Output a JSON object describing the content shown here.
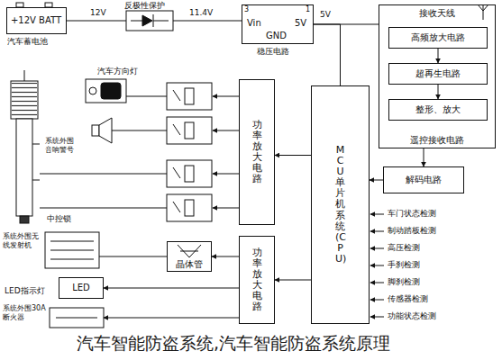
{
  "diagram": {
    "caption": "汽车智能防盗系统,汽车智能防盗系统原理",
    "nodes": [
      {
        "text": [
          "+12V BATT"
        ]
      },
      {
        "text": [
          "Vin",
          "GND",
          "5V"
        ]
      },
      {
        "text": [
          "接收天线",
          "遥控接收电路"
        ]
      },
      {
        "text": [
          "高频放大电路"
        ],
        "in": 2
      },
      {
        "text": [
          "超再生电路"
        ],
        "in": 2
      },
      {
        "text": [
          "整形、放大"
        ],
        "in": 2
      },
      {
        "text": [
          "解码电路"
        ]
      },
      {
        "text": [
          "MCU单片机系统(CPU)"
        ]
      },
      {
        "text": [
          "功率放大电路"
        ]
      },
      {
        "text": [
          "功率放大电路"
        ]
      },
      {
        "text": [
          "晶体管"
        ]
      },
      {
        "text": [
          "LED"
        ]
      }
    ],
    "edges": [
      {
        "from": 0,
        "to": 1,
        "arrow": "none"
      },
      {
        "from": 1,
        "to": 7,
        "arrow": "none"
      },
      {
        "from": 1,
        "to": 2,
        "arrow": "none"
      },
      {
        "from": 3,
        "to": 4,
        "arrow": "to"
      },
      {
        "from": 4,
        "to": 5,
        "arrow": "to"
      },
      {
        "from": 2,
        "to": 6,
        "arrow": "to"
      },
      {
        "from": 6,
        "to": 7,
        "arrow": "to"
      },
      {
        "from": 7,
        "to": 8,
        "arrow": "to"
      },
      {
        "from": 7,
        "to": 9,
        "arrow": "to"
      },
      {
        "from": 9,
        "to": 10,
        "arrow": "to"
      },
      {
        "from": 9,
        "to": 11,
        "arrow": "to"
      }
    ],
    "labels": [
      "汽车蓄电池",
      "反极性保护",
      "12V",
      "11.4V",
      "3",
      "1",
      "稳压电路",
      "5V",
      "汽车方向灯",
      "系统外围音响警号",
      "中控锁",
      "系统外围无线发射机",
      "LED指示灯",
      "系统外围30A断火器",
      "车门状态检测",
      "制动踏板检测",
      "高压检测",
      "手刹检测",
      "脚刹检测",
      "传感器检测",
      "功能状态检测"
    ]
  }
}
